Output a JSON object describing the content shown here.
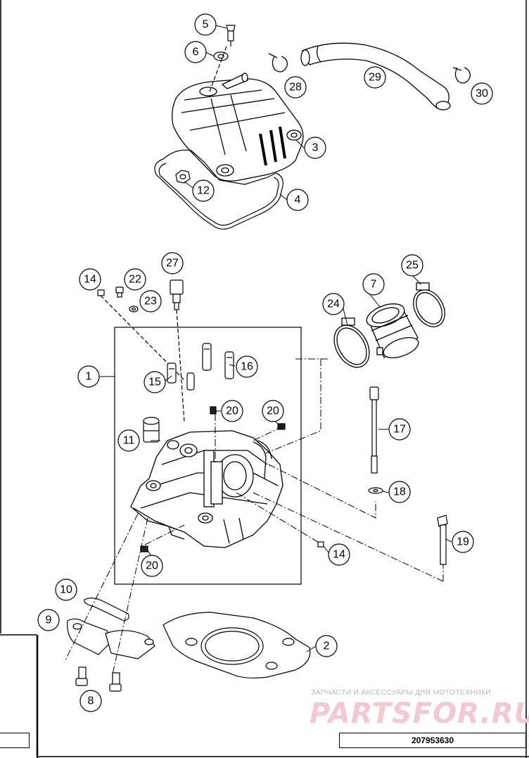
{
  "callouts": [
    {
      "id": "c1",
      "label": "1"
    },
    {
      "id": "c2",
      "label": "2"
    },
    {
      "id": "c3",
      "label": "3"
    },
    {
      "id": "c4",
      "label": "4"
    },
    {
      "id": "c5",
      "label": "5"
    },
    {
      "id": "c6",
      "label": "6"
    },
    {
      "id": "c7",
      "label": "7"
    },
    {
      "id": "c8",
      "label": "8"
    },
    {
      "id": "c9",
      "label": "9"
    },
    {
      "id": "c10",
      "label": "10"
    },
    {
      "id": "c11",
      "label": "11"
    },
    {
      "id": "c12",
      "label": "12"
    },
    {
      "id": "c14a",
      "label": "14"
    },
    {
      "id": "c14b",
      "label": "14"
    },
    {
      "id": "c15",
      "label": "15"
    },
    {
      "id": "c16",
      "label": "16"
    },
    {
      "id": "c17",
      "label": "17"
    },
    {
      "id": "c18",
      "label": "18"
    },
    {
      "id": "c19",
      "label": "19"
    },
    {
      "id": "c20a",
      "label": "20"
    },
    {
      "id": "c20b",
      "label": "20"
    },
    {
      "id": "c20c",
      "label": "20"
    },
    {
      "id": "c22",
      "label": "22"
    },
    {
      "id": "c23",
      "label": "23"
    },
    {
      "id": "c24",
      "label": "24"
    },
    {
      "id": "c25",
      "label": "25"
    },
    {
      "id": "c27",
      "label": "27"
    },
    {
      "id": "c28",
      "label": "28"
    },
    {
      "id": "c29",
      "label": "29"
    },
    {
      "id": "c30",
      "label": "30"
    }
  ],
  "watermark": {
    "tagline": "ЗАПЧАСТИ И АКСЕССУАРЫ ДЛЯ МОТОТЕХНИКИ",
    "brand": "PARTSFOR.RU"
  },
  "drawing_code": "207953630"
}
